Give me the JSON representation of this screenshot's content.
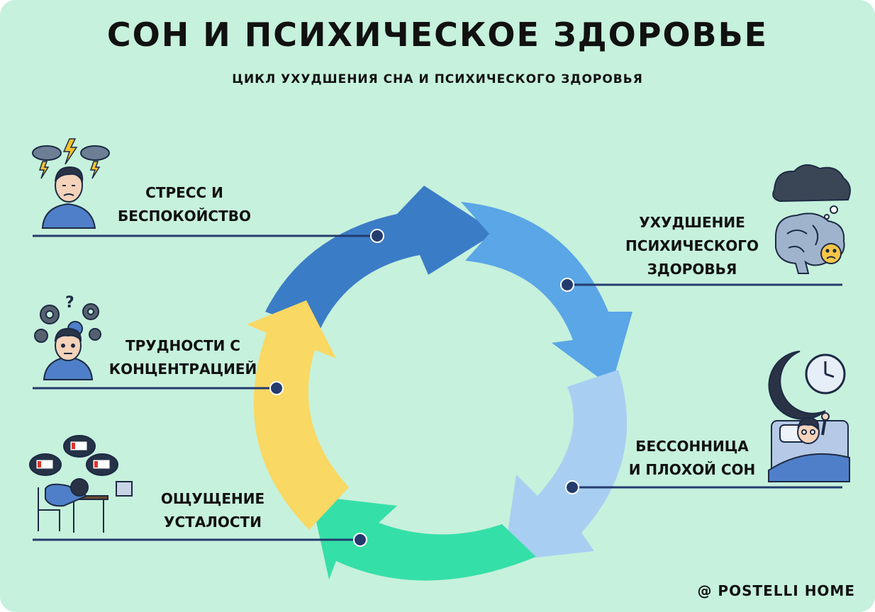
{
  "title": "Сон и психическое здоровье",
  "subtitle": "Цикл ухудшения сна и психического здоровья",
  "stages": [
    {
      "line1": "Стресс и",
      "line2": "беспокойство",
      "line3": "",
      "color": "#3b7cc6",
      "icon": "stressed-man-with-storm-clouds"
    },
    {
      "line1": "Ухудшение",
      "line2": "психического",
      "line3": "здоровья",
      "color": "#5aa6e6",
      "icon": "brain-with-sad-face-cloud"
    },
    {
      "line1": "Бессонница",
      "line2": "и плохой сон",
      "line3": "",
      "color": "#a8cff2",
      "icon": "sleepless-man-moon-clock"
    },
    {
      "line1": "Ощущение",
      "line2": "усталости",
      "line3": "",
      "color": "#35dfa8",
      "icon": "tired-man-at-desk-low-battery"
    },
    {
      "line1": "Трудности с",
      "line2": "концентрацией",
      "line3": "",
      "color": "#f9d863",
      "icon": "confused-man-with-gears"
    }
  ],
  "brand": "@ POSTELLI  HOME"
}
